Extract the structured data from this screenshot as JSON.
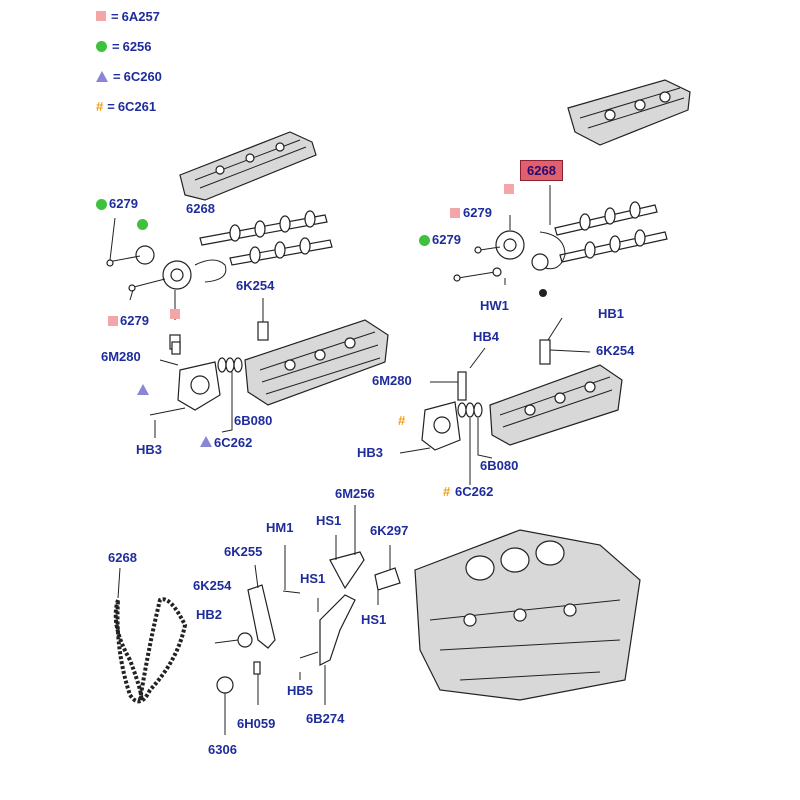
{
  "legend": [
    {
      "symbol": "pink-square",
      "code": "6A257",
      "color": "#f3a6a9"
    },
    {
      "symbol": "green-circle",
      "code": "6256",
      "color": "#3ec23e"
    },
    {
      "symbol": "purple-triangle",
      "code": "6C260",
      "color": "#8b85d6"
    },
    {
      "symbol": "orange-hash",
      "code": "6C261",
      "color": "#f39c12",
      "glyph": "#"
    }
  ],
  "labels": {
    "l_6279_a": "6279",
    "l_6268_a": "6268",
    "l_6279_b": "6279",
    "l_6K254_a": "6K254",
    "l_6M280_a": "6M280",
    "l_HB3_a": "HB3",
    "l_6B080_a": "6B080",
    "l_6C262_a": "6C262",
    "l_6268_b": "6268",
    "l_6279_c": "6279",
    "l_6279_d": "6279",
    "l_HW1": "HW1",
    "l_HB1": "HB1",
    "l_HB4": "HB4",
    "l_6K254_b": "6K254",
    "l_6M280_b": "6M280",
    "l_HB3_b": "HB3",
    "l_6B080_b": "6B080",
    "l_6C262_b": "6C262",
    "l_6M256": "6M256",
    "l_HM1": "HM1",
    "l_HS1_a": "HS1",
    "l_6K297": "6K297",
    "l_6268_c": "6268",
    "l_6K255": "6K255",
    "l_HS1_b": "HS1",
    "l_6K254_c": "6K254",
    "l_HB2": "HB2",
    "l_HS1_c": "HS1",
    "l_HB5": "HB5",
    "l_6H059": "6H059",
    "l_6B274": "6B274",
    "l_6306": "6306"
  },
  "colors": {
    "label_text": "#1f2d9c",
    "highlight_box": "#e06070"
  }
}
